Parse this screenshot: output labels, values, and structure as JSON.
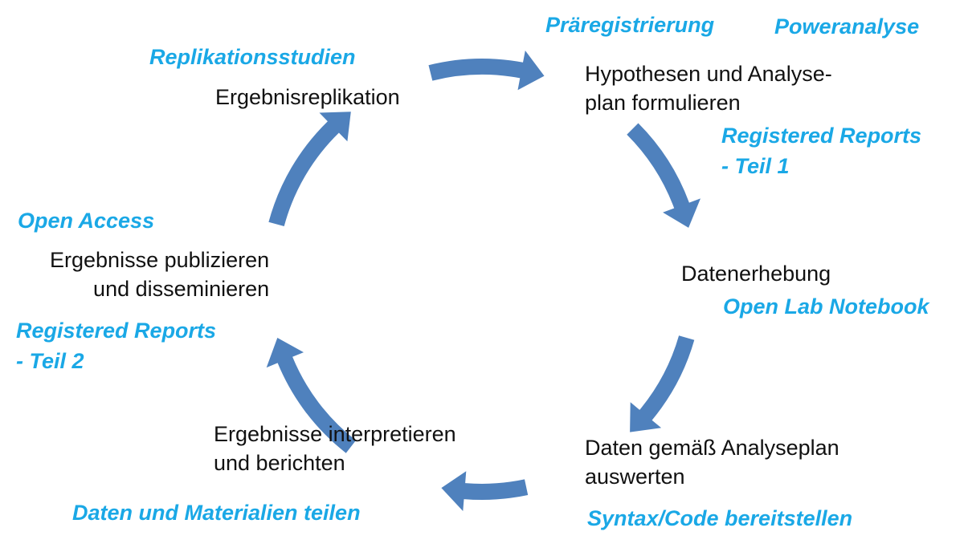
{
  "colors": {
    "arrow": "#4f81bd",
    "practice_text": "#1aa8e6",
    "stage_text": "#111111"
  },
  "stages": {
    "replication": [
      "Ergebnisreplikation"
    ],
    "hypotheses": [
      "Hypothesen und Analyse-",
      "plan formulieren"
    ],
    "collection": [
      "Datenerhebung"
    ],
    "analysis": [
      "Daten gemäß Analyseplan",
      "auswerten"
    ],
    "interpretation": [
      "Ergebnisse interpretieren",
      "und berichten"
    ],
    "publication": [
      "Ergebnisse publizieren",
      "und disseminieren"
    ]
  },
  "practices": {
    "replication_studies": [
      "Replikationsstudien"
    ],
    "preregistration": [
      "Präregistrierung"
    ],
    "power_analysis": [
      "Poweranalyse"
    ],
    "registered_reports_1": [
      "Registered Reports",
      "- Teil 1"
    ],
    "open_lab_notebook": [
      "Open Lab Notebook"
    ],
    "syntax_code": [
      "Syntax/Code bereitstellen"
    ],
    "share_data": [
      "Daten und Materialien teilen"
    ],
    "open_access": [
      "Open Access"
    ],
    "registered_reports_2": [
      "Registered Reports",
      "- Teil 2"
    ]
  }
}
